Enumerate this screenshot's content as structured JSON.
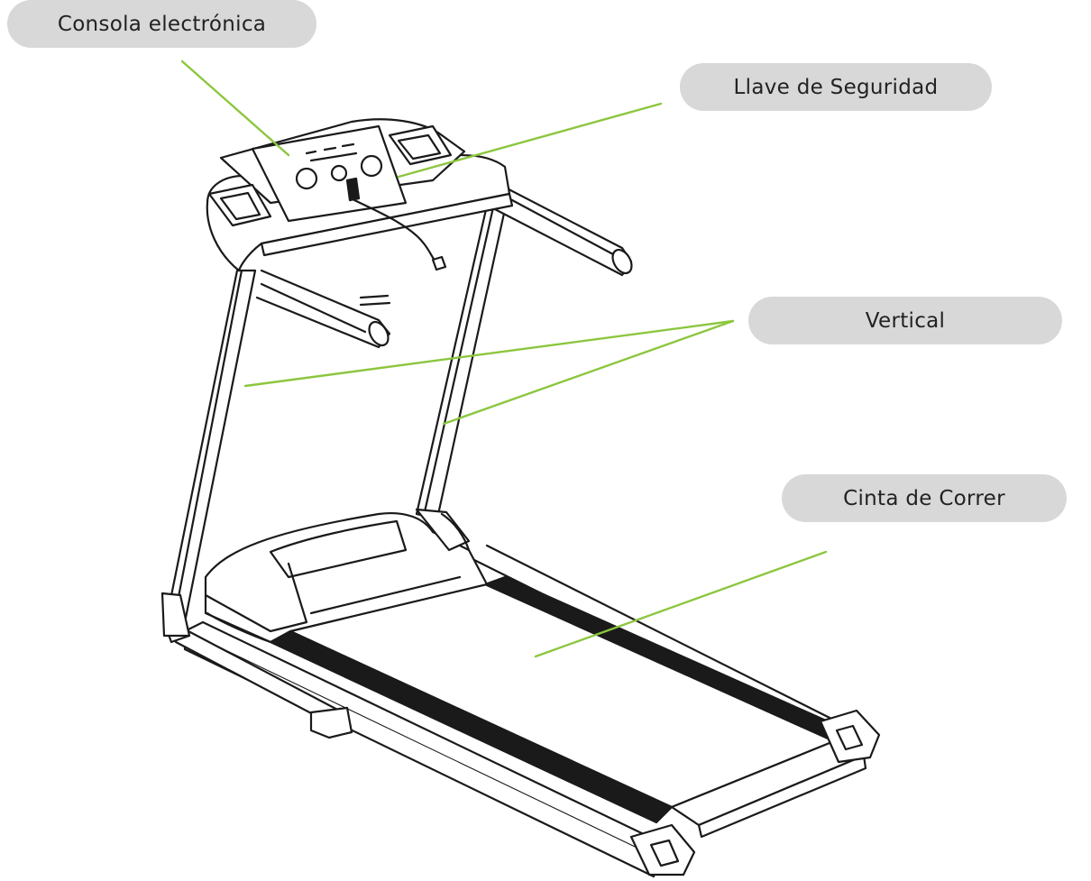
{
  "labels": {
    "consola": "Consola electrónica",
    "llave": "Llave de Seguridad",
    "vertical": "Vertical",
    "cinta": "Cinta de Correr"
  },
  "colors": {
    "leader_line": "#8cc63f",
    "pill_background": "#d8d8d8",
    "drawing_stroke": "#1a1a1a"
  }
}
